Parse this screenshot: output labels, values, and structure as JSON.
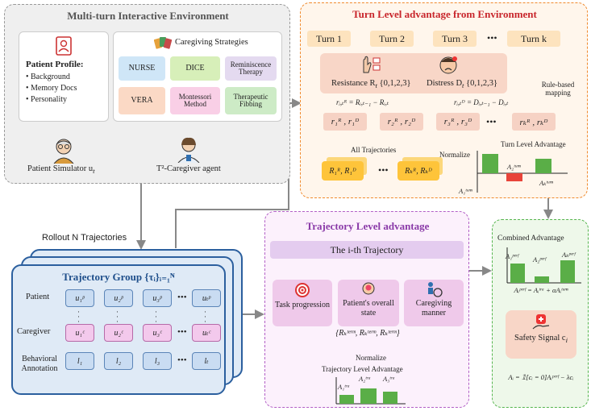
{
  "env": {
    "title": "Multi-turn Interactive Environment",
    "profile_title": "Patient Profile:",
    "profile_items": [
      "Background",
      "Memory Docs",
      "Personality"
    ],
    "strategies_title": "Caregiving Strategies",
    "strategies": [
      "NURSE",
      "DICE",
      "Reminiscence Therapy",
      "VERA",
      "Montessori Method",
      "Therapeutic Fibbing"
    ],
    "patient_sim": "Patient Simulator u",
    "patient_sim_sub": "t",
    "caregiver_agent": "T²-Caregiver agent"
  },
  "turn_level": {
    "title": "Turn Level advantage from Environment",
    "turns": [
      "Turn 1",
      "Turn 2",
      "Turn 3",
      "Turn k"
    ],
    "ellipsis": "•••",
    "resistance": "Resistance R",
    "resistance_set": "{0,1,2,3}",
    "distress": "Distress D",
    "distress_set": "{0,1,2,3}",
    "rule_based": "Rule-based mapping",
    "formula_r": "rᵢ,ₜᴿ = Rᵢ,ₜ₋₁ − Rᵢ,ₜ",
    "formula_d": "rᵢ,ₜᴰ = Dᵢ,ₜ₋₁ − Dᵢ,ₜ",
    "rewards": [
      "r₁ᴿ , r₁ᴰ",
      "r₂ᴿ , r₂ᴰ",
      "r₃ᴿ , r₃ᴰ",
      "rₖᴿ , rₖᴰ"
    ],
    "all_trajectories": "All Trajectories",
    "traj_first": "R₁ᴿ, R₁ᴰ",
    "traj_last": "Rₖᴿ, Rₖᴰ",
    "normalize": "Normalize",
    "adv_title": "Turn Level Advantage",
    "adv_1": "A₁ᵗᵘʳⁿ",
    "adv_2": "A₂ᵗᵘʳⁿ",
    "adv_k": "Aₖᵗᵘʳⁿ"
  },
  "rollout": "Rollout N Trajectories",
  "group": {
    "title": "Trajectory Group {τᵢ}ᵢ₌₁ᴺ",
    "rows": [
      "Patient",
      "Caregiver",
      "Behavioral Annotation"
    ],
    "patient_cells": [
      "u₁ᵖ",
      "u₂ᵖ",
      "u₃ᵖ",
      "uₜᵖ"
    ],
    "caregiver_cells": [
      "u₁ᶜ",
      "u₂ᶜ",
      "u₃ᶜ",
      "uₜᶜ"
    ],
    "annotation_cells": [
      "l₁",
      "l₂",
      "l₃",
      "lₜ"
    ],
    "ellipsis": "•••"
  },
  "traj_level": {
    "title": "Trajectory Level advantage",
    "ith": "The i-th Trajectory",
    "task": "Task progression",
    "state": "Patient's overall state",
    "manner": "Caregiving manner",
    "terms": "{Rₖᵗᵉʳᵐ, Rₖᵗᵉʳᵐ, Rₖᵗᵉʳᵐ}",
    "normalize": "Normalize",
    "adv_title": "Trajectory Level Advantage",
    "adv_1": "A₁ᵗʳᵃ",
    "adv_2": "A₂ᵗʳᵃ",
    "adv_3": "A₃ᵗʳᵃ"
  },
  "combined": {
    "title": "Combined Advantage",
    "adv_1": "A₁ᵖᵉʳᶠ",
    "adv_2": "A₂ᵖᵉʳᶠ",
    "adv_k": "Aₖᵖᵉʳᶠ",
    "formula": "Aᵢᵖᵉʳᶠ = Aᵢᵗʳᵃ + αAᵢᵗᵘʳⁿ",
    "safety": "Safety Signal c",
    "safety_sub": "i",
    "final": "Aᵢ = 𝟙[cᵢ = 0]Aᵢᵖᵉʳᶠ − λcᵢ"
  },
  "colors": {
    "env_bg": "#efefef",
    "turn_bg": "#fff6ec",
    "turn_border": "#f08a2e",
    "traj_border": "#b25fc6",
    "combined_border": "#55b54e",
    "group_bg": "#dfeaf6",
    "group_border": "#2b5f9e",
    "bar_green": "#5aae47",
    "bar_red": "#e8443a"
  }
}
